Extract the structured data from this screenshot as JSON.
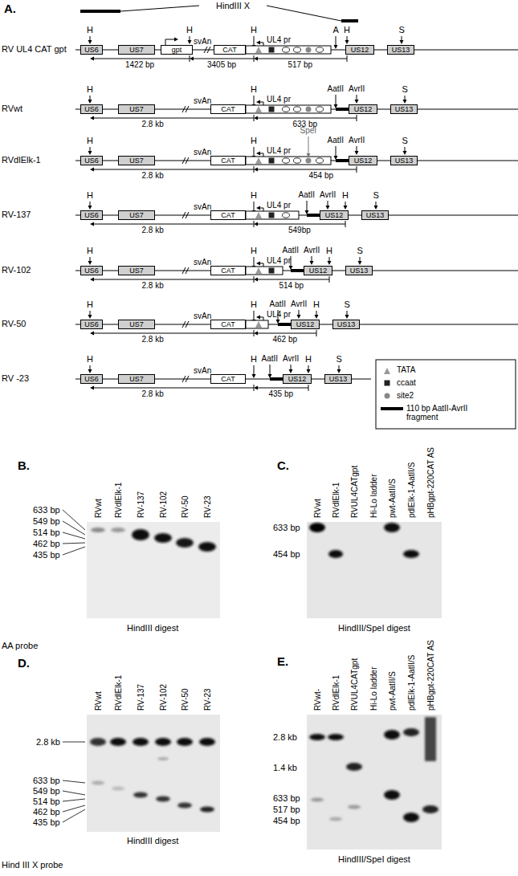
{
  "diagram": {
    "nodes": [
      {
        "text": [
          "US6"
        ]
      },
      {
        "text": [
          "US7"
        ]
      },
      {
        "text": [
          "gpt"
        ]
      },
      {
        "text": [
          "CAT"
        ]
      },
      {
        "text": [
          "US12"
        ]
      },
      {
        "text": [
          "US13"
        ]
      },
      {
        "text": [
          "US6"
        ]
      },
      {
        "text": [
          "US7"
        ]
      },
      {
        "text": [
          "CAT"
        ]
      },
      {
        "text": [
          "US12"
        ]
      },
      {
        "text": [
          "US13"
        ]
      },
      {
        "text": [
          "US6"
        ]
      },
      {
        "text": [
          "US7"
        ]
      },
      {
        "text": [
          "CAT"
        ]
      },
      {
        "text": [
          "US12"
        ]
      },
      {
        "text": [
          "US13"
        ]
      },
      {
        "text": [
          "US6"
        ]
      },
      {
        "text": [
          "US7"
        ]
      },
      {
        "text": [
          "CAT"
        ]
      },
      {
        "text": [
          "US12"
        ]
      },
      {
        "text": [
          "US13"
        ]
      },
      {
        "text": [
          "US6"
        ]
      },
      {
        "text": [
          "US7"
        ]
      },
      {
        "text": [
          "CAT"
        ]
      },
      {
        "text": [
          "US12"
        ]
      },
      {
        "text": [
          "US13"
        ]
      },
      {
        "text": [
          "US6"
        ]
      },
      {
        "text": [
          "US7"
        ]
      },
      {
        "text": [
          "CAT"
        ]
      },
      {
        "text": [
          "US12"
        ]
      },
      {
        "text": [
          "US13"
        ]
      },
      {
        "text": [
          "US6"
        ]
      },
      {
        "text": [
          "US7"
        ]
      },
      {
        "text": [
          "CAT"
        ]
      },
      {
        "text": [
          "US12"
        ]
      },
      {
        "text": [
          "US13"
        ]
      }
    ],
    "labels": [
      "A.",
      "HindIII X",
      "RV UL4 CAT gpt",
      "H",
      "H",
      "svAn",
      "H",
      "UL4 pr",
      "A",
      "H",
      "S",
      "1422 bp",
      "3405 bp",
      "517 bp",
      "RVwt",
      "H",
      "svAn",
      "H",
      "UL4 pr",
      "AatII",
      "AvrII",
      "S",
      "2.8 kb",
      "633 bp",
      "RVdlElk-1",
      "H",
      "svAn",
      "H",
      "UL4 pr",
      "SpeI",
      "AatII",
      "AvrII",
      "S",
      "2.8 kb",
      "454 bp",
      "RV-137",
      "H",
      "svAn",
      "H",
      "UL4 pr",
      "AatII",
      "AvrII",
      "H",
      "S",
      "2.8 kb",
      "549bp",
      "RV-102",
      "H",
      "svAn",
      "H",
      "UL4 pr",
      "AatII",
      "AvrII",
      "H",
      "S",
      "2.8 kb",
      "514 bp",
      "RV-50",
      "H",
      "svAn",
      "H",
      "UL4 pr",
      "AatII",
      "AvrII",
      "H",
      "S",
      "2.8 kb",
      "462 bp",
      "RV -23",
      "H",
      "svAn",
      "H",
      "AatII",
      "AvrII",
      "H",
      "S",
      "2.8 kb",
      "435 bp",
      "B.",
      "RVwt",
      "RVdlElk-1",
      "RV-137",
      "RV-102",
      "RV-50",
      "RV-23",
      "633 bp",
      "549 bp",
      "514 bp",
      "462 bp",
      "435 bp",
      "HindIII digest",
      "AA probe",
      "C.",
      "RVwt",
      "RVdlElk-1",
      "RVUL4CATgpt",
      "Hi-Lo ladder",
      "pwt-AatII/S",
      "pdlElk-1-AatII/S",
      "pHBgpt-220CAT AS",
      "633 bp",
      "454 bp",
      "HindIII/SpeI digest",
      "D.",
      "RVwt",
      "RVdlElk-1",
      "RV-137",
      "RV-102",
      "RV-50",
      "RV-23",
      "2.8 kb",
      "633 bp",
      "549 bp",
      "514 bp",
      "462 bp",
      "435 bp",
      "HindIII digest",
      "Hind III X probe",
      "E.",
      "RVwt-",
      "RVdlElk-1",
      "RVUL4CATgpt",
      "Hi-Lo ladder",
      "pwt-AatII/S",
      "pdlElk-1-AatII/S",
      "pHBgpt-220CAT AS",
      "2.8 kb",
      "1.4 kb",
      "633 bp",
      "517 bp",
      "454 bp",
      "HindIII/SpeI digest"
    ],
    "legend": [
      {
        "text": "TATA"
      },
      {
        "text": "ccaat"
      },
      {
        "text": "site2"
      },
      {
        "text": "110 bp AatII-AvrII fragment"
      }
    ]
  }
}
